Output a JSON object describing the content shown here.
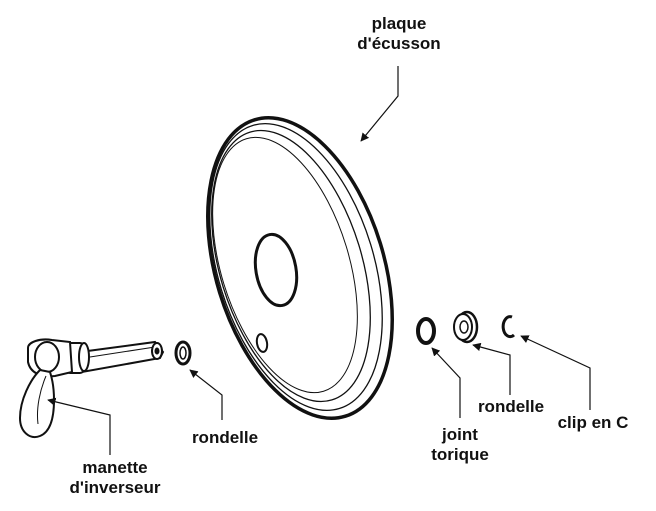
{
  "labels": {
    "escutcheon_plate": {
      "line1": "plaque",
      "line2": "d'écusson"
    },
    "washer_left": "rondelle",
    "diverter_handle": {
      "line1": "manette",
      "line2": "d'inverseur"
    },
    "o_ring": {
      "line1": "joint",
      "line2": "torique"
    },
    "washer_right": "rondelle",
    "c_clip": "clip en C"
  },
  "colors": {
    "stroke": "#111111",
    "fill": "#ffffff",
    "text": "#111111"
  }
}
